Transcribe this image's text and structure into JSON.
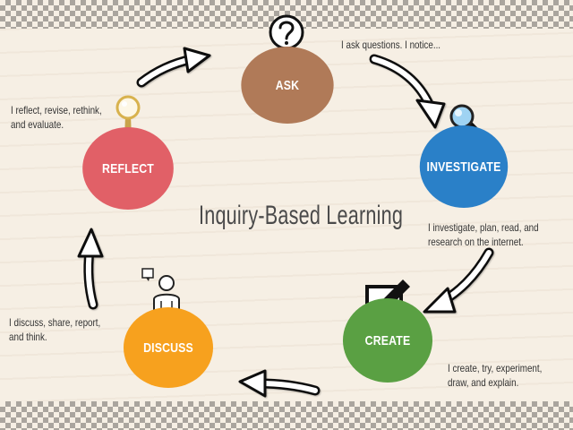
{
  "title": "Inquiry-Based Learning",
  "steps": [
    {
      "id": "ask",
      "label": "ASK",
      "caption_lines": [
        "I ask questions. I notice..."
      ],
      "color": "#b07a58",
      "icon": "question-mark-icon"
    },
    {
      "id": "investigate",
      "label": "INVESTIGATE",
      "caption_lines": [
        "I investigate, plan, read, and",
        "research on the internet."
      ],
      "color": "#2a80c8",
      "icon": "magnifying-glass-icon"
    },
    {
      "id": "create",
      "label": "CREATE",
      "caption_lines": [
        "I create, try, experiment,",
        "draw, and explain."
      ],
      "color": "#5aa043",
      "icon": "edit-pencil-icon"
    },
    {
      "id": "discuss",
      "label": "DISCUSS",
      "caption_lines": [
        "I discuss, share, report,",
        "and think."
      ],
      "color": "#f7a11e",
      "icon": "person-speech-icon"
    },
    {
      "id": "reflect",
      "label": "REFLECT",
      "caption_lines": [
        "I reflect, revise, rethink,",
        "and evaluate."
      ],
      "color": "#e16067",
      "icon": "mirror-icon"
    }
  ],
  "cycle": [
    "ask",
    "investigate",
    "create",
    "discuss",
    "reflect",
    "ask"
  ]
}
